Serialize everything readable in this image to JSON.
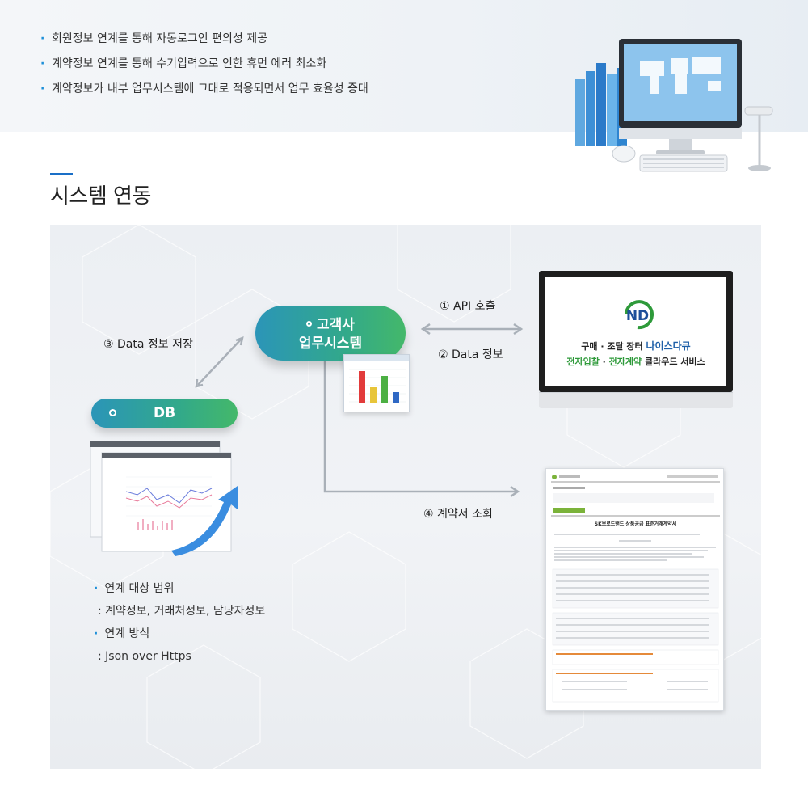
{
  "intro": {
    "bullets": [
      "회원정보 연계를 통해 자동로그인 편의성 제공",
      "계약정보 연계를 통해 수기입력으로 인한 휴먼 에러 최소화",
      "계약정보가 내부 업무시스템에 그대로 적용되면서 업무 효율성 증대"
    ]
  },
  "section": {
    "title": "시스템 연동"
  },
  "diagram": {
    "erp": {
      "line1": "고객사",
      "line2": "업무시스템"
    },
    "db": {
      "label": "DB"
    },
    "flows": {
      "api_call": "① API 호출",
      "data_info": "② Data 정보",
      "data_store": "③ Data 정보 저장",
      "contract_view": "④ 계약서 조회"
    },
    "nd_screen": {
      "logo": "ND",
      "line1_prefix": "구매 · 조달 장터",
      "line1_brand": "나이스다큐",
      "line2_green1": "전자입찰",
      "line2_sep": " · ",
      "line2_green2": "전자계약",
      "line2_rest": " 클라우드 서비스"
    },
    "contract_doc": {
      "title": "SK브로드밴드 상품공급 표준거래계약서"
    },
    "notes": {
      "scope_label": "연계 대상 범위",
      "scope_value": ": 계약정보, 거래처정보, 담당자정보",
      "method_label": "연계 방식",
      "method_value": ": Json over Https"
    }
  },
  "colors": {
    "accent_blue": "#1a6fc7",
    "pill_start": "#2b95b8",
    "pill_end": "#44b86a",
    "arrow": "#a9b0b8"
  }
}
